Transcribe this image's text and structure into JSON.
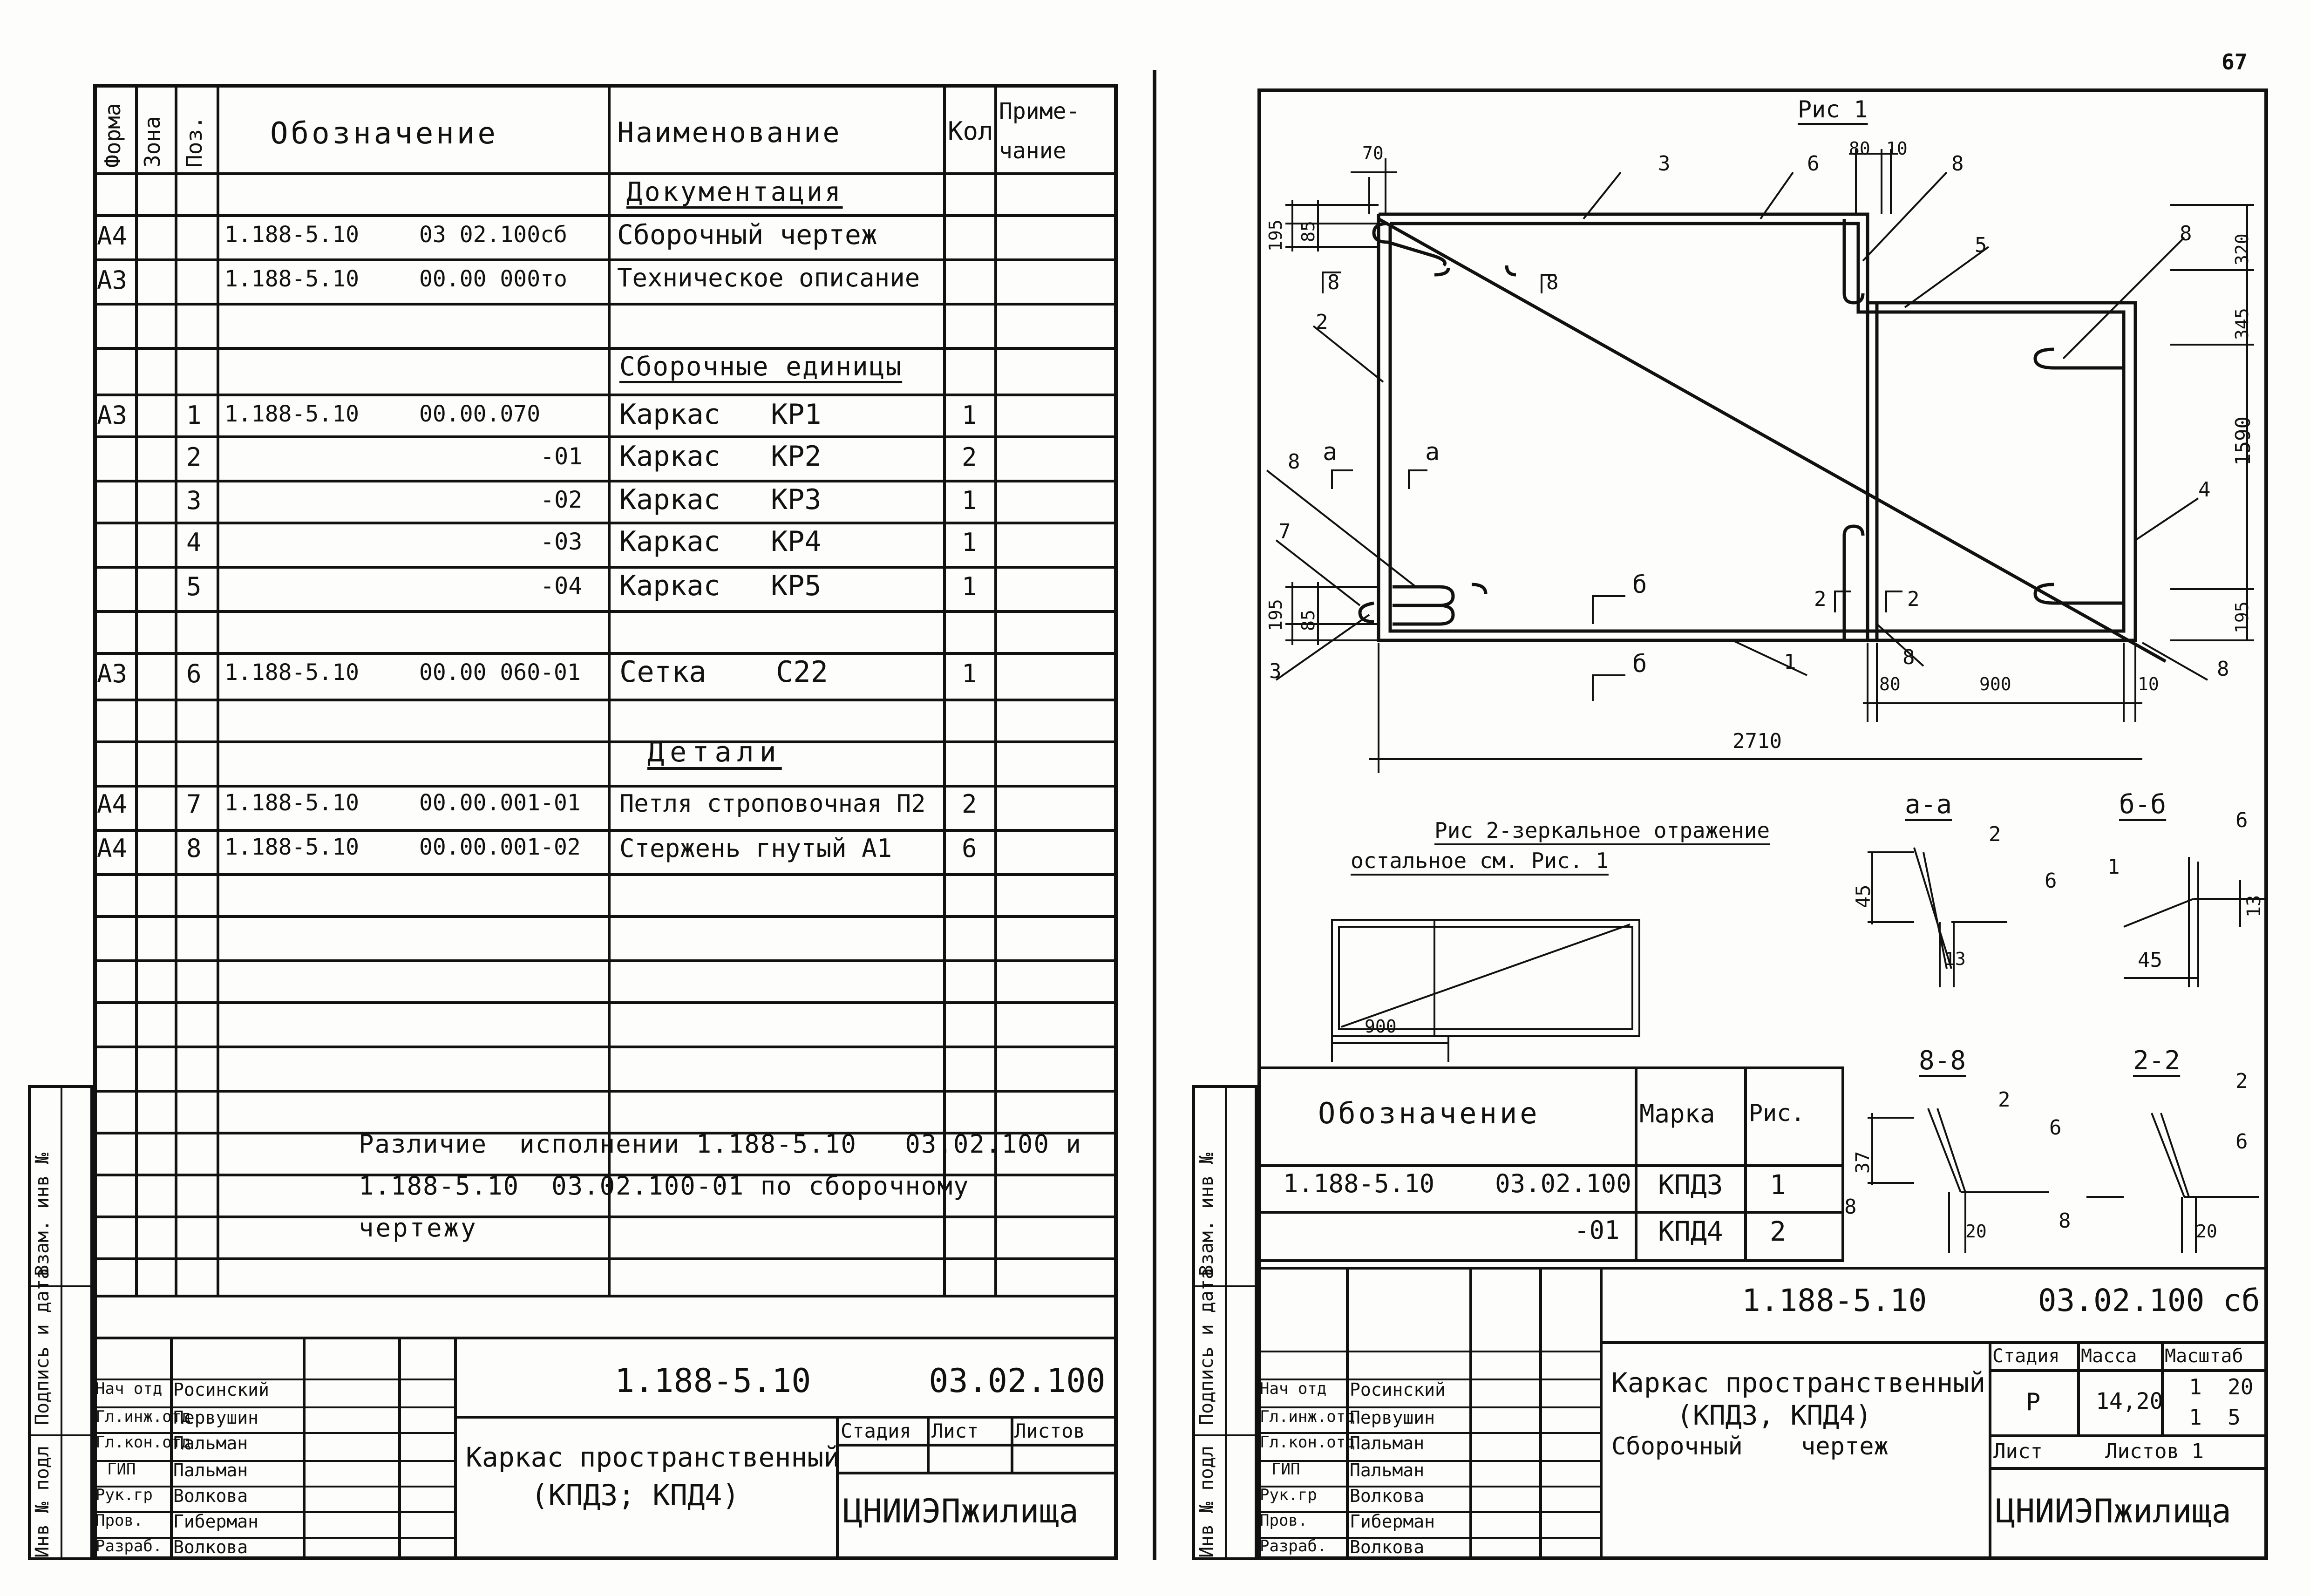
{
  "page_number": "67",
  "left": {
    "headers": {
      "forma": "Формa",
      "zona": "Зона",
      "poz": "Поз.",
      "oboz": "Обозначение",
      "naim": "Наименование",
      "kol": "Кол",
      "prim1": "Приме-",
      "prim2": "чание"
    },
    "sections": {
      "doc": "Документация",
      "units": "Сборочные единицы",
      "details": "Детали"
    },
    "rows": [
      {
        "f": "А4",
        "p": "",
        "c": "1.188-5.10",
        "d": "03 02.100сб",
        "n": "Сборочный чертеж",
        "k": ""
      },
      {
        "f": "А3",
        "p": "",
        "c": "1.188-5.10",
        "d": "00.00 000то",
        "n": "Техническое описание",
        "k": ""
      },
      {
        "f": "А3",
        "p": "1",
        "c": "1.188-5.10",
        "d": "00.00.070",
        "n": "Каркас   КР1",
        "k": "1"
      },
      {
        "f": "",
        "p": "2",
        "c": "",
        "d": "-01",
        "n": "Каркас   КР2",
        "k": "2"
      },
      {
        "f": "",
        "p": "3",
        "c": "",
        "d": "-02",
        "n": "Каркас   КР3",
        "k": "1"
      },
      {
        "f": "",
        "p": "4",
        "c": "",
        "d": "-03",
        "n": "Каркас   КР4",
        "k": "1"
      },
      {
        "f": "",
        "p": "5",
        "c": "",
        "d": "-04",
        "n": "Каркас   КР5",
        "k": "1"
      },
      {
        "f": "А3",
        "p": "6",
        "c": "1.188-5.10",
        "d": "00.00 060-01",
        "n": "Сетка    С22",
        "k": "1"
      },
      {
        "f": "А4",
        "p": "7",
        "c": "1.188-5.10",
        "d": "00.00.001-01",
        "n": "Петля строповочная П2",
        "k": "2"
      },
      {
        "f": "А4",
        "p": "8",
        "c": "1.188-5.10",
        "d": "00.00.001-02",
        "n": "Стержень гнутый А1",
        "k": "6"
      }
    ],
    "note": [
      "Различие  исполнении 1.188-5.10   03.02.100 и",
      "1.188-5.10  03.02.100-01 по сборочному",
      "чертежу"
    ],
    "tb": {
      "code": "1.188-5.10      03.02.100",
      "title1": "Каркас пространственный",
      "title2": "(КПД3; КПД4)",
      "stadia": "Стадия",
      "list": "Лист",
      "listov": "Листов",
      "org": "ЦНИИЭПжилища"
    }
  },
  "stamp_roles": [
    "Нач отд",
    "Гл.инж.отд",
    "Гл.кон.отд",
    "ГИП",
    "Рук.гр",
    "Пров.",
    "Разраб."
  ],
  "stamp_names": [
    "Росинский",
    "Первушин",
    "Пальман",
    "Пальман",
    "Волкова",
    "Гиберман",
    "Волкова"
  ],
  "side_labels": [
    "Инв № подл",
    "Подпись и дата",
    "Взам. инв №"
  ],
  "right": {
    "fig1": "Рис 1",
    "fig2a": "Рис 2-зеркальное отражение",
    "fig2b": "остальное см. Рис. 1",
    "dims": {
      "d70": "70",
      "d80a": "80",
      "d10a": "10",
      "d195a": "195",
      "d85a": "85",
      "d320": "320",
      "d345": "345",
      "d1590": "1590",
      "d195b": "195",
      "d85b": "85",
      "d195c": "195",
      "d80b": "80",
      "d900": "900",
      "d10b": "10",
      "d2710": "2710",
      "d900b": "900"
    },
    "leaders": [
      "3",
      "6",
      "8",
      "5",
      "8",
      "2",
      "8",
      "7",
      "4",
      "3",
      "1",
      "8",
      "8",
      "8",
      "2",
      "6",
      "1",
      "6",
      "2",
      "6",
      "8",
      "2",
      "6",
      "8"
    ],
    "cuts": {
      "aa": "а-а",
      "bb": "б-б",
      "v8": "8-8",
      "g2": "2-2",
      "a": "а",
      "b": "б",
      "s8": "8",
      "s2": "2"
    },
    "sec_dims": {
      "d45a": "45",
      "d13a": "13",
      "d13b": "13",
      "d45b": "45",
      "d37": "37",
      "d20a": "20",
      "d20b": "20"
    },
    "mtable": {
      "oboz": "Обозначение",
      "marka": "Марка",
      "ris": "Рис.",
      "r1c": "1.188-5.10    03.02.100",
      "r1m": "КПД3",
      "r1r": "1",
      "r2c": "-01",
      "r2m": "КПД4",
      "r2r": "2"
    },
    "tb": {
      "code": "1.188-5.10      03.02.100 сб",
      "title1": "Каркас пространственный",
      "title2": "(КПД3, КПД4)",
      "title3": "Сборочный    чертеж",
      "stadia": "Стадия",
      "massa": "Масса",
      "masshtab": "Масштаб",
      "st": "Р",
      "m": "14,20",
      "sc1": "1  20",
      "sc2": "1  5",
      "list": "Лист",
      "listov": "Листов 1",
      "org": "ЦНИИЭПжилища"
    }
  }
}
